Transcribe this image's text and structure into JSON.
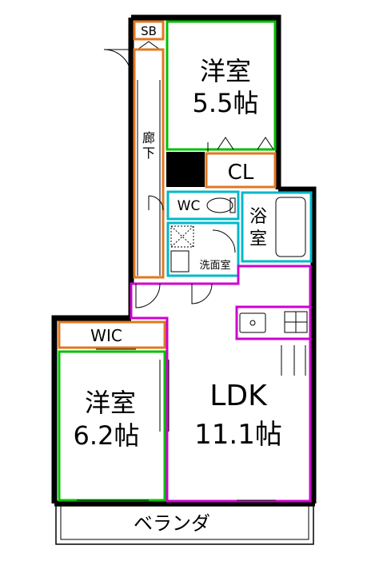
{
  "floor_plan": {
    "rooms": {
      "western_room_1": {
        "name": "洋室",
        "size": "5.5帖"
      },
      "western_room_2": {
        "name": "洋室",
        "size": "6.2帖"
      },
      "ldk": {
        "name": "LDK",
        "size": "11.1帖"
      },
      "corridor": {
        "name_top": "廊",
        "name_bottom": "下"
      },
      "bath": {
        "name_top": "浴",
        "name_bottom": "室"
      },
      "washroom": {
        "name": "洗面室"
      },
      "toilet": {
        "name": "WC"
      },
      "closet": {
        "name": "CL"
      },
      "shoe_box": {
        "name": "SB"
      },
      "walk_in_closet": {
        "name": "WIC"
      },
      "veranda": {
        "name": "ベランダ"
      }
    },
    "colors": {
      "wall": "#000000",
      "western_room": "#00c000",
      "ldk": "#d000d0",
      "closet": "#e07820",
      "wet_area": "#00b8c8"
    }
  }
}
